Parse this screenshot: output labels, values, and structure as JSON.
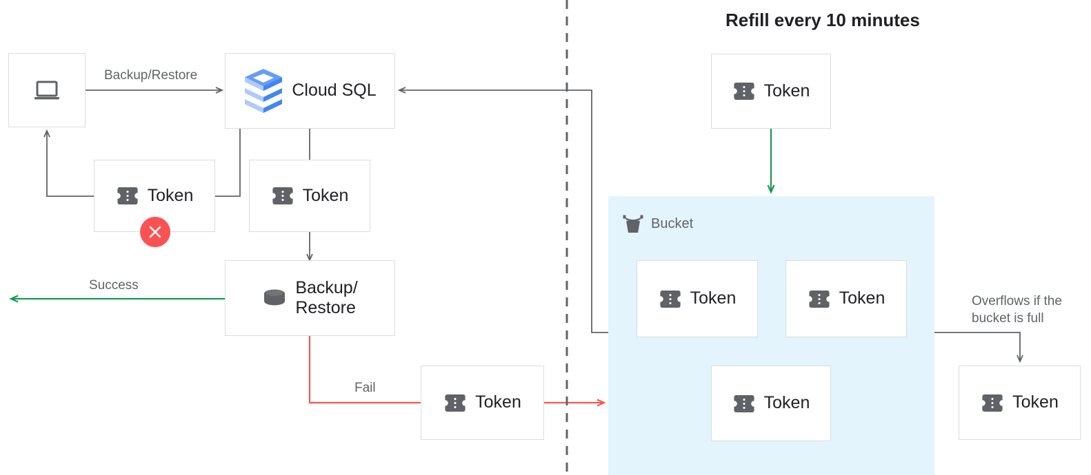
{
  "title": "Refill every 10 minutes",
  "nodes": {
    "client": {
      "icon": "laptop-icon",
      "label": ""
    },
    "cloud_sql": {
      "icon": "cloud-sql-icon",
      "label": "Cloud SQL"
    },
    "token_rejected": {
      "icon": "token-icon",
      "label": "Token",
      "status": "error"
    },
    "token_accepted": {
      "icon": "token-icon",
      "label": "Token"
    },
    "backup_restore": {
      "icon": "database-icon",
      "label": "Backup/\nRestore"
    },
    "token_fail": {
      "icon": "token-icon",
      "label": "Token"
    },
    "token_refill": {
      "icon": "token-icon",
      "label": "Token"
    },
    "token_bucket_1": {
      "icon": "token-icon",
      "label": "Token"
    },
    "token_bucket_2": {
      "icon": "token-icon",
      "label": "Token"
    },
    "token_bucket_3": {
      "icon": "token-icon",
      "label": "Token"
    },
    "token_overflow": {
      "icon": "token-icon",
      "label": "Token"
    }
  },
  "bucket": {
    "icon": "bucket-icon",
    "label": "Bucket"
  },
  "edges": {
    "backup_restore_label": "Backup/Restore",
    "success_label": "Success",
    "fail_label": "Fail",
    "overflow_label": "Overflows if the\nbucket is full"
  },
  "colors": {
    "success_green": "#149b4f",
    "fail_red": "#f4594b",
    "neutral_line": "#5f6368",
    "box_border": "#dadce0",
    "bucket_fill": "#e3f4fd",
    "error_badge": "#fa5252",
    "text_primary": "#202124",
    "text_secondary": "#5f6368",
    "brand_blue_dark": "#4285f4",
    "brand_blue_mid": "#669df6",
    "brand_blue_light": "#aecbfa"
  }
}
